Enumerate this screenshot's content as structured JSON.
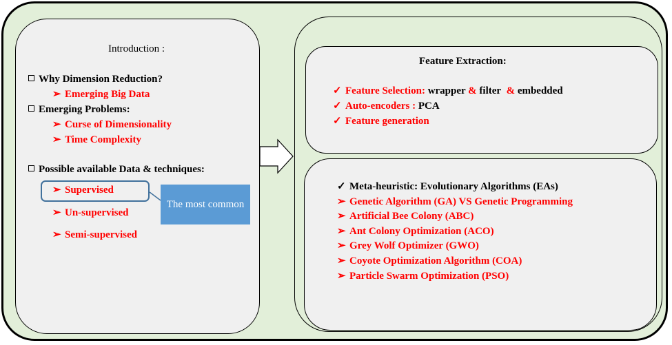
{
  "left": {
    "title": "Introduction :",
    "q1": "Why Dimension Reduction?",
    "q1_items": [
      "Emerging Big Data"
    ],
    "q2": "Emerging Problems:",
    "q2_items": [
      "Curse of Dimensionality",
      "Time Complexity"
    ],
    "q3": "Possible available Data & techniques:",
    "q3_items": [
      "Supervised",
      "Un-supervised",
      "Semi-supervised"
    ],
    "callout": "The most common"
  },
  "feature_extraction": {
    "title": "Feature Extraction:",
    "line1": {
      "label": "Feature Selection:",
      "p1": "wrapper",
      "amp1": "&",
      "p2": "filter",
      "amp2": "&",
      "p3": "embedded"
    },
    "line2": {
      "label": "Auto-encoders :",
      "rest": "PCA"
    },
    "line3": {
      "label": "Feature generation"
    }
  },
  "meta": {
    "header": "Meta-heuristic: Evolutionary Algorithms (EAs)",
    "items": [
      "Genetic Algorithm (GA) VS Genetic Programming",
      "Artificial Bee Colony (ABC)",
      "Ant Colony Optimization (ACO)",
      "Grey Wolf Optimizer (GWO)",
      "Coyote Optimization Algorithm (COA)",
      "Particle Swarm Optimization (PSO)"
    ]
  },
  "colors": {
    "accent": "#ff0000",
    "callout": "#5b9bd5",
    "highlight_border": "#41719c",
    "background": "#e2efd9",
    "panel": "#f0f0f0"
  },
  "icons": {
    "bullet": "square-bullet-icon",
    "arrow": "arrow-bullet-icon",
    "check": "checkmark-icon",
    "flow": "right-arrow-icon"
  }
}
